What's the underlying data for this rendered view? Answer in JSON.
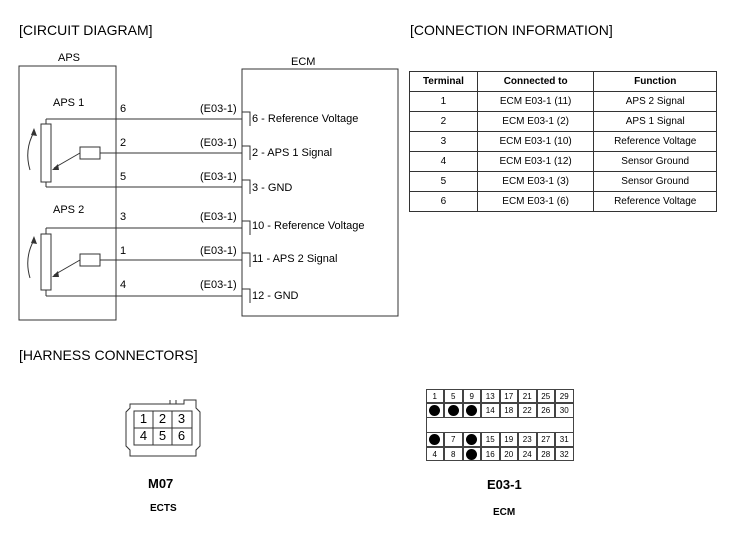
{
  "sections": {
    "circuit": "[CIRCUIT DIAGRAM]",
    "connection": "[CONNECTION INFORMATION]",
    "harness": "[HARNESS CONNECTORS]"
  },
  "circuit": {
    "aps_label": "APS",
    "ecm_label": "ECM",
    "aps1_label": "APS 1",
    "aps2_label": "APS 2",
    "wires": [
      {
        "pin": "6",
        "conn": "(E03-1)",
        "dest": "6 - Reference Voltage"
      },
      {
        "pin": "2",
        "conn": "(E03-1)",
        "dest": "2 - APS 1 Signal"
      },
      {
        "pin": "5",
        "conn": "(E03-1)",
        "dest": "3 - GND"
      },
      {
        "pin": "3",
        "conn": "(E03-1)",
        "dest": "10 - Reference Voltage"
      },
      {
        "pin": "1",
        "conn": "(E03-1)",
        "dest": "11 - APS 2 Signal"
      },
      {
        "pin": "4",
        "conn": "(E03-1)",
        "dest": "12 - GND"
      }
    ]
  },
  "table": {
    "headers": [
      "Terminal",
      "Connected to",
      "Function"
    ],
    "rows": [
      [
        "1",
        "ECM E03-1 (11)",
        "APS 2 Signal"
      ],
      [
        "2",
        "ECM E03-1 (2)",
        "APS 1 Signal"
      ],
      [
        "3",
        "ECM E03-1 (10)",
        "Reference Voltage"
      ],
      [
        "4",
        "ECM E03-1 (12)",
        "Sensor Ground"
      ],
      [
        "5",
        "ECM E03-1 (3)",
        "Sensor Ground"
      ],
      [
        "6",
        "ECM E03-1 (6)",
        "Reference Voltage"
      ]
    ]
  },
  "connectors": {
    "m07": {
      "id": "M07",
      "name": "ECTS",
      "pins_top": [
        "1",
        "2",
        "3"
      ],
      "pins_bottom": [
        "4",
        "5",
        "6"
      ]
    },
    "e031": {
      "id": "E03-1",
      "name": "ECM",
      "grid": [
        [
          "1",
          "5",
          "9",
          "13",
          "17",
          "21",
          "25",
          "29"
        ],
        [
          "●",
          "●",
          "●",
          "14",
          "18",
          "22",
          "26",
          "30"
        ],
        [
          "",
          "",
          "",
          "",
          "",
          "",
          "",
          ""
        ],
        [
          "●",
          "7",
          "●",
          "15",
          "19",
          "23",
          "27",
          "31"
        ],
        [
          "4",
          "8",
          "●",
          "16",
          "20",
          "24",
          "28",
          "32"
        ]
      ]
    }
  }
}
